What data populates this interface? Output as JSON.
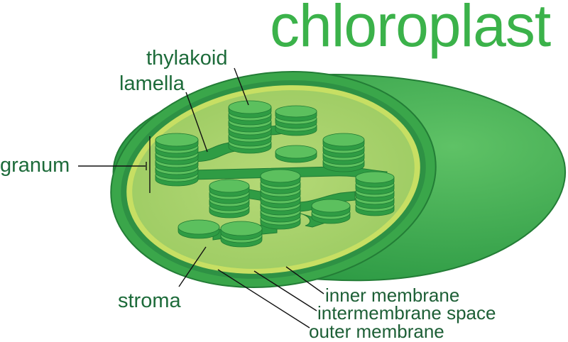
{
  "title": "chloroplast",
  "labels": {
    "thylakoid": "thylakoid",
    "lamella": "lamella",
    "granum": "granum",
    "stroma": "stroma",
    "inner_membrane": "inner membrane",
    "intermembrane_space": "intermembrane space",
    "outer_membrane": "outer membrane"
  },
  "colors": {
    "title": "#3bb24a",
    "label_text": "#1d6b3a",
    "outer_membrane": "#3aa64a",
    "body_dark": "#2e9b45",
    "body_light": "#4fb85c",
    "inner_membrane": "#c7df63",
    "stroma": "#a9d26a",
    "disc_top": "#5cc05e",
    "disc_side": "#2f9c44",
    "lamella": "#2f9c44"
  }
}
